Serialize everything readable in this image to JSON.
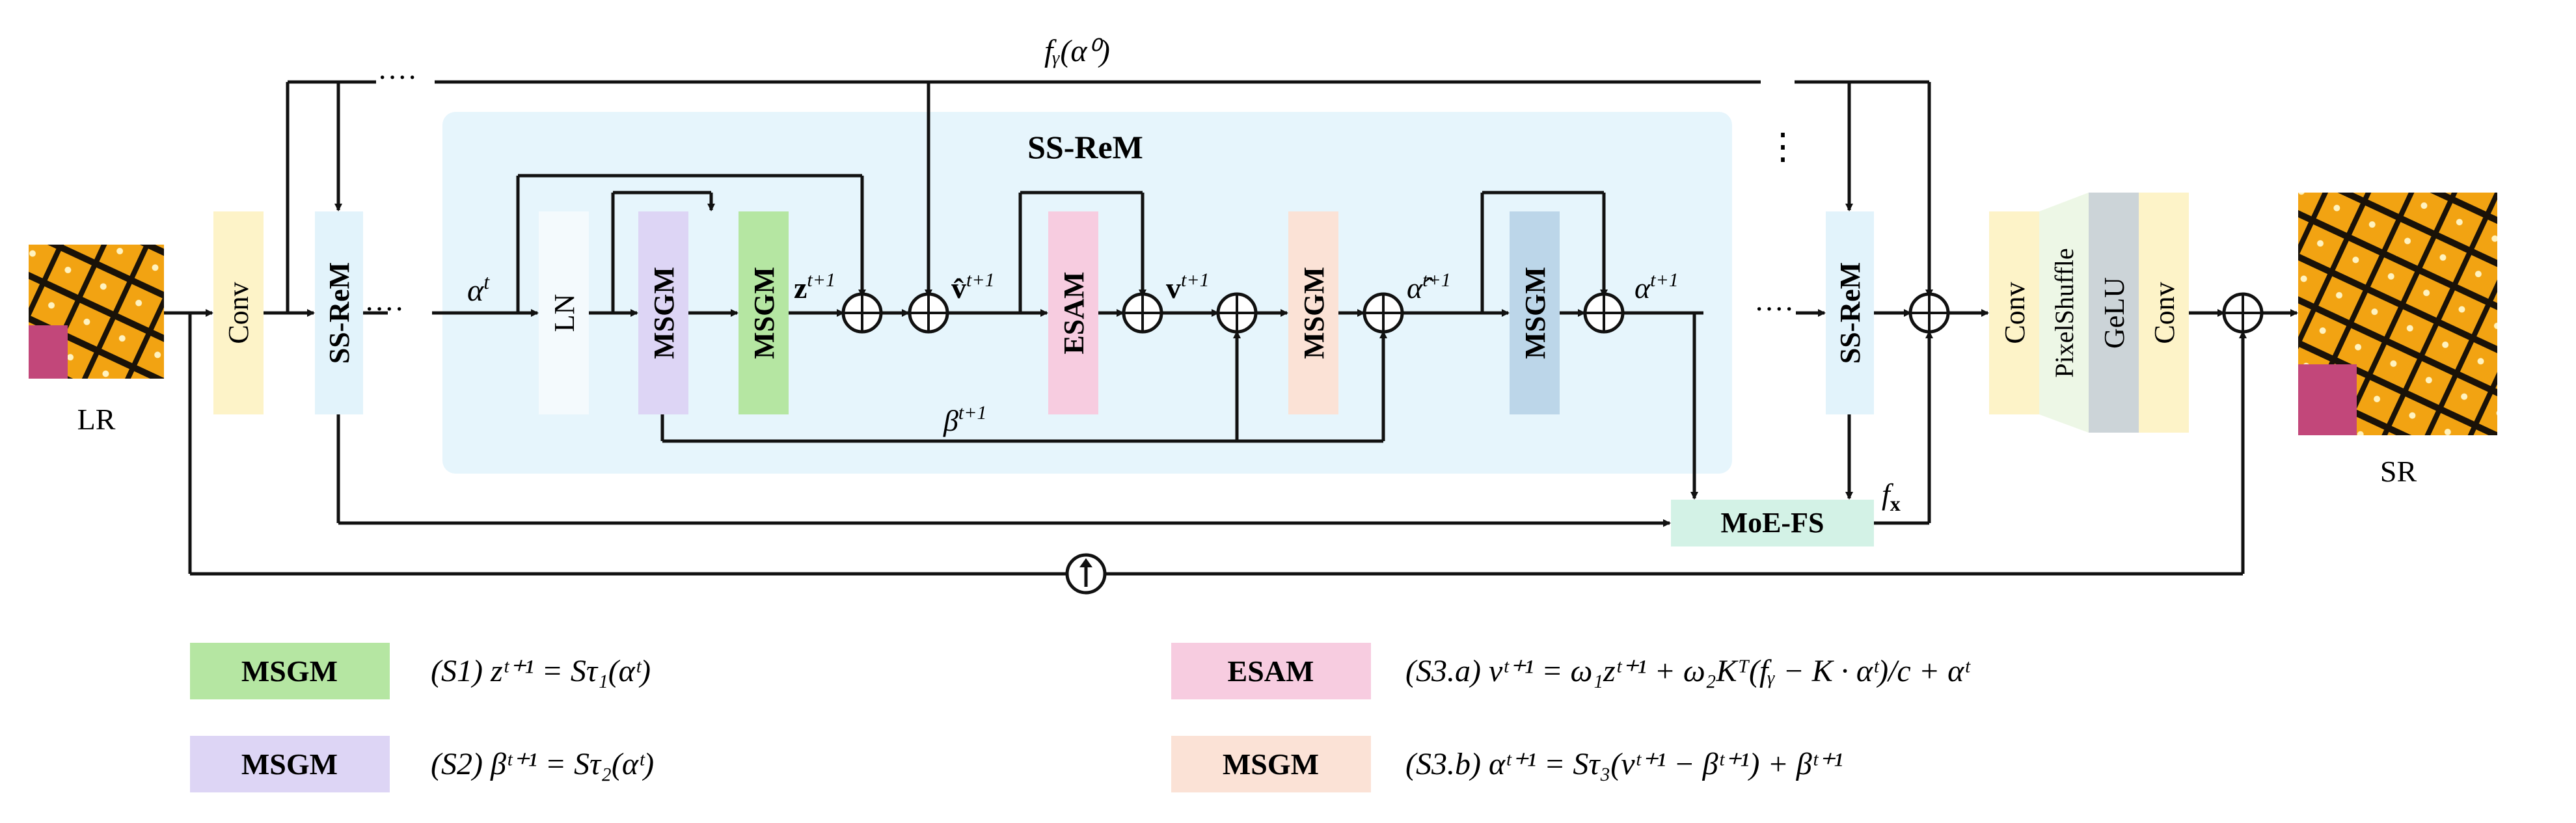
{
  "labels": {
    "lr": "LR",
    "sr": "SR",
    "conv1": "Conv",
    "ssrem_left": "SS-ReM",
    "ssrem_right": "SS-ReM",
    "ssrem_title": "SS-ReM",
    "ln": "LN",
    "msgm_purple": "MSGM",
    "msgm_green": "MSGM",
    "esam": "ESAM",
    "msgm_peach": "MSGM",
    "msgm_blue": "MSGM",
    "moefs": "MoE-FS",
    "conv2": "Conv",
    "pixelshuffle": "PixelShuffle",
    "gelu": "GeLU",
    "conv3": "Conv",
    "dots": "····",
    "dots_v": "⋮"
  },
  "math": {
    "fy_alpha0": "fᵧ(α⁰)",
    "alpha_t": "α",
    "alpha_t_sup": "t",
    "z_t1": "z",
    "t1": "t+1",
    "v_hat": "v̂",
    "v": "v",
    "alpha_hat": "α̂",
    "alpha_out": "α",
    "beta": "β",
    "fx": "f",
    "fx_sub": "x"
  },
  "legend": [
    {
      "block": "MSGM",
      "color": "#b5e6a2",
      "formula": "(S1) zᵗ⁺¹ = Sτ₁(αᵗ)"
    },
    {
      "block": "MSGM",
      "color": "#ddd5f5",
      "formula": "(S2) βᵗ⁺¹ = Sτ₂(αᵗ)"
    },
    {
      "block": "ESAM",
      "color": "#f7cce0",
      "formula": "(S3.a) vᵗ⁺¹ = ω₁zᵗ⁺¹ + ω₂Kᵀ(fᵧ − K · αᵗ)/c + αᵗ"
    },
    {
      "block": "MSGM",
      "color": "#fbe2d6",
      "formula": "(S3.b) αᵗ⁺¹ = Sτ₃(vᵗ⁺¹ − βᵗ⁺¹) + βᵗ⁺¹"
    }
  ],
  "colors": {
    "conv": "#fdf3c8",
    "ssrem": "#e2f3fb",
    "region": "#e6f5fc",
    "ln": "#f4fafd",
    "msgm_purple": "#ddd5f5",
    "msgm_green": "#b5e6a2",
    "esam": "#f7cce0",
    "msgm_peach": "#fbe2d6",
    "msgm_blue": "#bcd6e9",
    "moefs": "#d3f2e6",
    "pixelshuffle": "#edf7e6",
    "gelu": "#ccd4d8"
  }
}
